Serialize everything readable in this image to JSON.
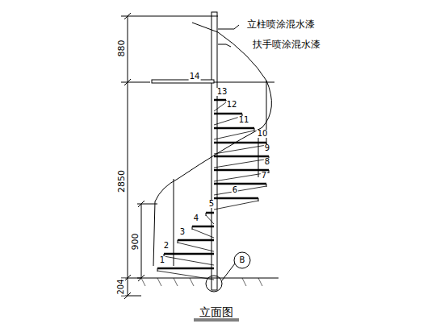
{
  "diagram": {
    "caption": "立面图",
    "labels": [
      "立柱喷涂混水漆",
      "扶手喷涂混水漆",
      "880",
      "2850",
      "900",
      "204",
      "1",
      "2",
      "3",
      "4",
      "5",
      "6",
      "7",
      "8",
      "9",
      "10",
      "11",
      "12",
      "13",
      "14",
      "B"
    ]
  }
}
